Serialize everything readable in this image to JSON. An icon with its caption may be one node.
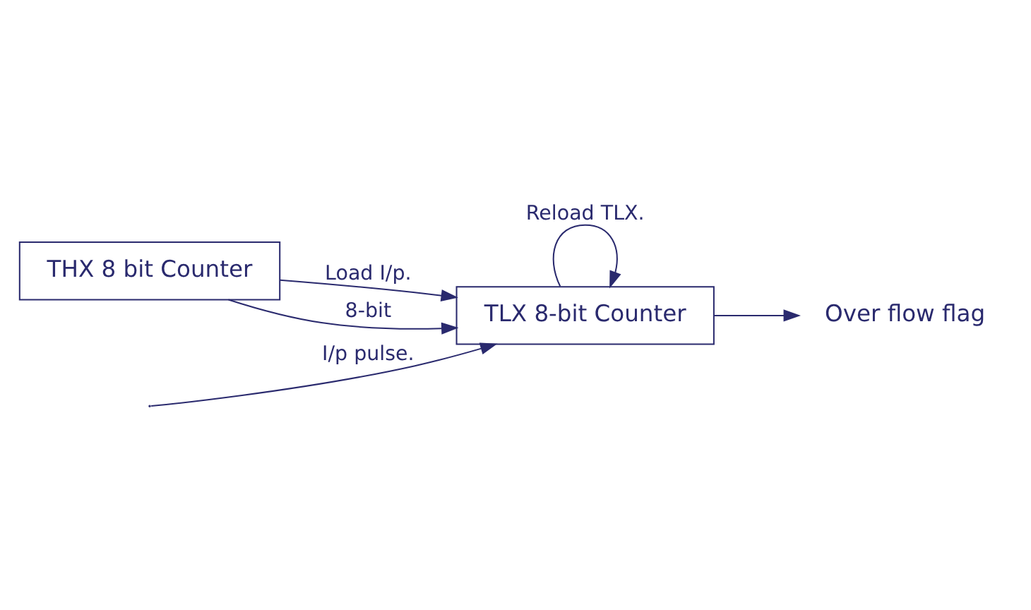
{
  "diagram": {
    "nodes": [
      {
        "text": [
          "TLX 8-bit Counter"
        ]
      },
      {
        "text": [
          "Over flow flag"
        ]
      },
      {
        "text": [
          "THX 8 bit Counter"
        ]
      }
    ],
    "edges": [
      {
        "from": null,
        "to": 0,
        "arrow": "to",
        "label": "I/p pulse."
      },
      {
        "from": 0,
        "to": 1,
        "arrow": "to"
      },
      {
        "from": 0,
        "to": 0,
        "arrow": "to",
        "label": "Reload TLX."
      },
      {
        "from": 2,
        "to": 0,
        "arrow": "to",
        "label": "Load I/p."
      },
      {
        "from": 2,
        "to": 0,
        "arrow": "to",
        "label": "8-bit"
      }
    ]
  }
}
